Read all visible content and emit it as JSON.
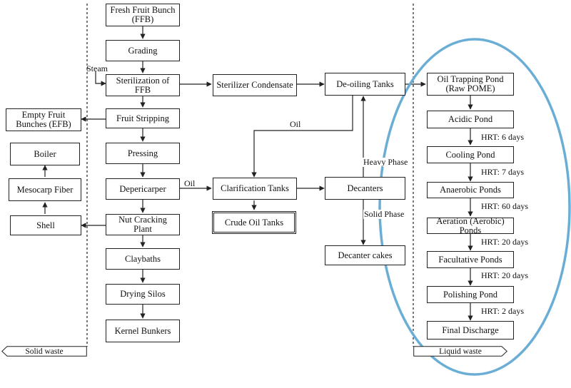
{
  "colors": {
    "ellipse": "#6aaed6",
    "line": "#222222"
  },
  "boxes": {
    "ffb": "Fresh Fruit Bunch (FFB)",
    "grading": "Grading",
    "sterilization": "Sterilization of FFB",
    "fruit_stripping": "Fruit Stripping",
    "pressing": "Pressing",
    "depericarper": "Depericarper",
    "nut_cracking": "Nut Cracking Plant",
    "claybaths": "Claybaths",
    "drying_silos": "Drying Silos",
    "kernel_bunkers": "Kernel Bunkers",
    "efb": "Empty Fruit Bunches (EFB)",
    "boiler": "Boiler",
    "mesocarp_fiber": "Mesocarp Fiber",
    "shell": "Shell",
    "sterilizer_condensate": "Sterilizer Condensate",
    "clarification_tanks": "Clarification Tanks",
    "crude_oil_tanks": "Crude Oil Tanks",
    "de_oiling_tanks": "De-oiling Tanks",
    "decanters": "Decanters",
    "decanter_cakes": "Decanter cakes",
    "oil_trapping_pond": "Oil Trapping Pond (Raw POME)",
    "acidic_pond": "Acidic Pond",
    "cooling_pond": "Cooling Pond",
    "anaerobic_ponds": "Anaerobic Ponds",
    "aeration_ponds": "Aeration (Aerobic) Ponds",
    "facultative_ponds": "Facultative Ponds",
    "polishing_pond": "Polishing Pond",
    "final_discharge": "Final Discharge"
  },
  "labels": {
    "steam": "Steam",
    "oil_from_deoiling": "Oil",
    "oil_from_depericarper": "Oil",
    "heavy_phase": "Heavy Phase",
    "solid_phase": "Solid Phase",
    "hrt_6": "HRT: 6 days",
    "hrt_7": "HRT: 7 days",
    "hrt_60": "HRT: 60 days",
    "hrt_20a": "HRT: 20 days",
    "hrt_20b": "HRT: 20 days",
    "hrt_2": "HRT: 2 days"
  },
  "tags": {
    "solid_waste": "Solid waste",
    "liquid_waste": "Liquid waste"
  }
}
